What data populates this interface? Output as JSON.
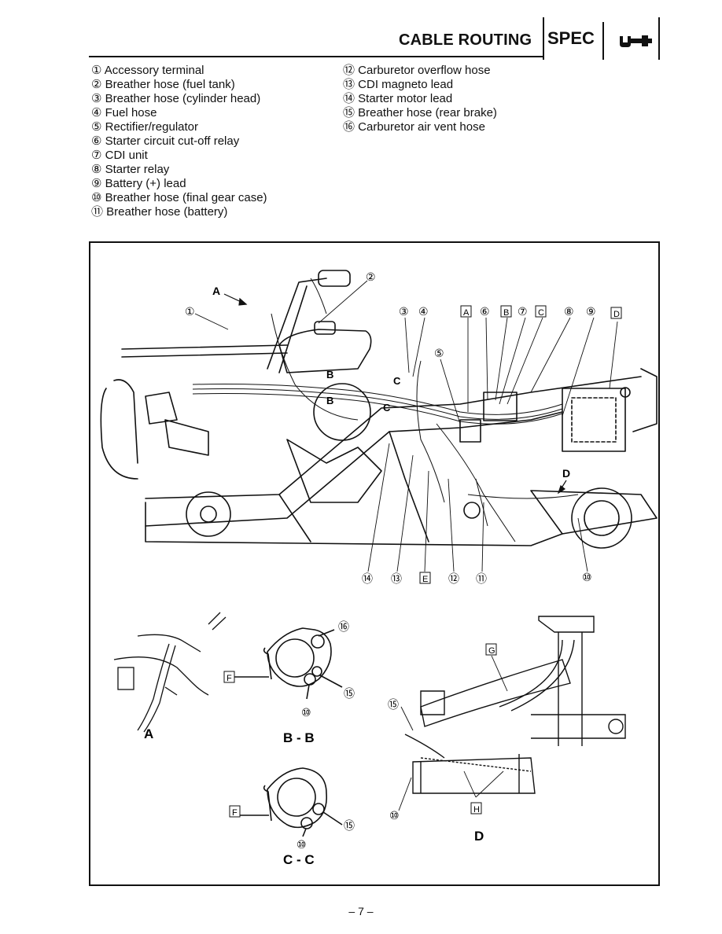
{
  "header": {
    "title": "CABLE ROUTING",
    "section": "SPEC"
  },
  "legend_left": [
    "① Accessory terminal",
    "② Breather hose (fuel tank)",
    "③ Breather hose (cylinder head)",
    "④ Fuel hose",
    "⑤ Rectifier/regulator",
    "⑥ Starter circuit cut-off relay",
    "⑦ CDI unit",
    "⑧ Starter relay",
    "⑨ Battery (+) lead",
    "⑩ Breather hose (final gear case)",
    "⑪ Breather hose (battery)"
  ],
  "legend_right": [
    "⑫ Carburetor overflow hose",
    "⑬ CDI magneto lead",
    "⑭ Starter motor lead",
    "⑮ Breather hose (rear brake)",
    "⑯ Carburetor air vent hose"
  ],
  "diagram": {
    "callouts_top": [
      "②",
      "③",
      "④",
      "A",
      "⑥",
      "B",
      "⑦",
      "C",
      "⑧",
      "⑨",
      "D",
      "①",
      "⑤"
    ],
    "callouts_bottom": [
      "⑭",
      "⑬",
      "E",
      "⑫",
      "⑪",
      "⑩"
    ],
    "view_labels": {
      "a_arrow": "A",
      "b_marker": "B",
      "c_marker": "C",
      "d_arrow": "D",
      "detail_a": "A",
      "detail_b": "B - B",
      "detail_c": "C - C",
      "detail_d": "D"
    },
    "section_callouts": {
      "f1": "F",
      "f2": "F",
      "g": "G",
      "h": "H",
      "n16": "⑯",
      "n15a": "⑮",
      "n10a": "⑩",
      "n15b": "⑮",
      "n10b": "⑩",
      "n15c": "⑮",
      "n10c": "⑩"
    }
  },
  "footer": {
    "page": "– 7 –"
  }
}
